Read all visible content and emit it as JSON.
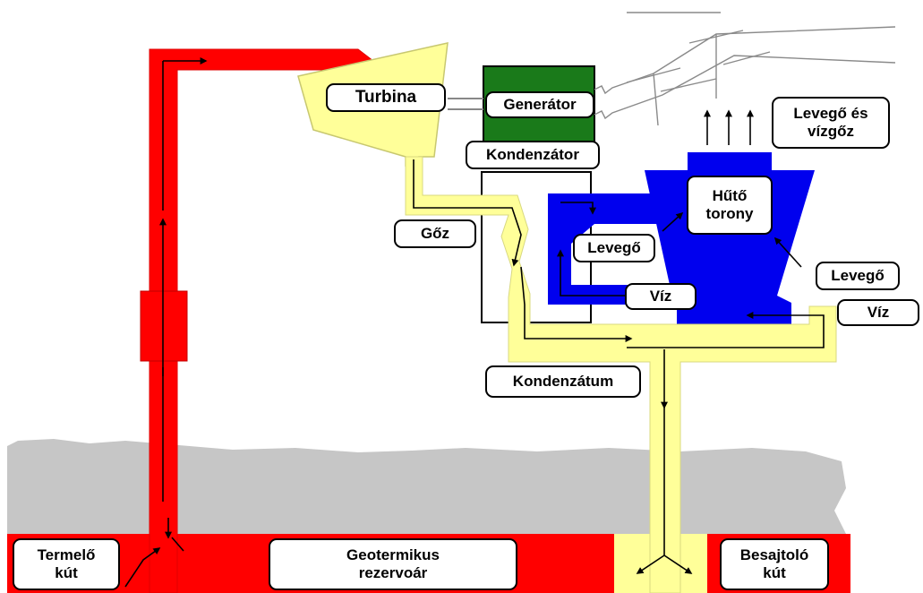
{
  "colors": {
    "brine": "#ff0000",
    "steam": "#ffff99",
    "cooling_water": "#0000ee",
    "generator": "#1a7a1a",
    "ground": "#c6c6c6",
    "label_border": "#000000"
  },
  "labels": {
    "turbina": "Turbina",
    "generator": "Generátor",
    "kondenzator": "Kondenzátor",
    "goz": "Gőz",
    "levego_es_vizgoz": "Levegő és\nvízgőz",
    "huto_torony": "Hűtő\ntorony",
    "levego_inner": "Levegő",
    "levego_outer": "Levegő",
    "viz_inner": "Víz",
    "viz_outer": "Víz",
    "kondenzatum": "Kondenzátum",
    "termelo_kut": "Termelő\nkút",
    "geotermikus_rezervoar": "Geotermikus\nrezervoár",
    "besajtolo_kut": "Besajtoló\nkút"
  },
  "icons": {
    "flow_arrows": "arrowhead-icon",
    "power_line": "transmission-line-icon"
  }
}
